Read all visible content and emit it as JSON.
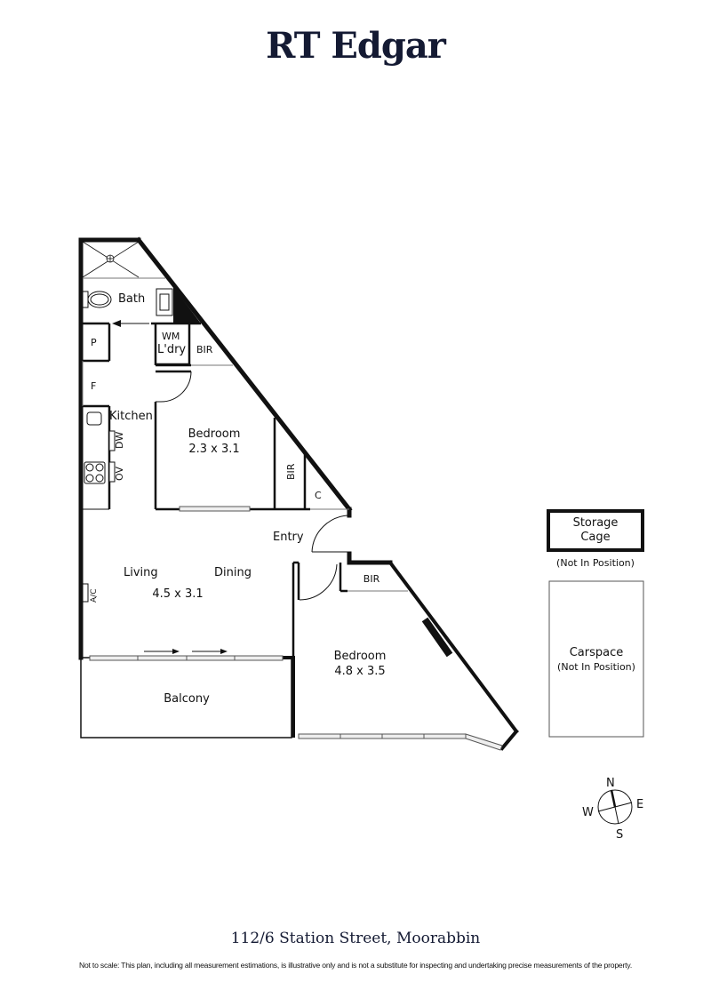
{
  "brand": {
    "name": "RT Edgar",
    "color": "#141a33"
  },
  "floorplan": {
    "rooms": {
      "bath": "Bath",
      "p": "P",
      "wm": "WM",
      "laundry": "L'dry",
      "bir_laundry": "BIR",
      "f": "F",
      "kitchen": "Kitchen",
      "dw": "DW",
      "ov": "OV",
      "bedroom1_name": "Bedroom",
      "bedroom1_size": "2.3 x 3.1",
      "bir_bed1": "BIR",
      "c": "C",
      "entry": "Entry",
      "living": "Living",
      "dining": "Dining",
      "living_size": "4.5 x 3.1",
      "ac": "A/C",
      "balcony": "Balcony",
      "bir_bed2": "BIR",
      "bedroom2_name": "Bedroom",
      "bedroom2_size": "4.8 x 3.5"
    },
    "extras": {
      "storage_line1": "Storage",
      "storage_line2": "Cage",
      "storage_note": "(Not In Position)",
      "carspace": "Carspace",
      "carspace_note": "(Not In Position)"
    },
    "compass": {
      "n": "N",
      "e": "E",
      "s": "S",
      "w": "W"
    }
  },
  "footer": {
    "address": "112/6 Station Street, Moorabbin",
    "disclaimer": "Not to scale: This plan, including all measurement estimations, is illustrative only and is not a substitute for inspecting and undertaking precise measurements of the property."
  }
}
